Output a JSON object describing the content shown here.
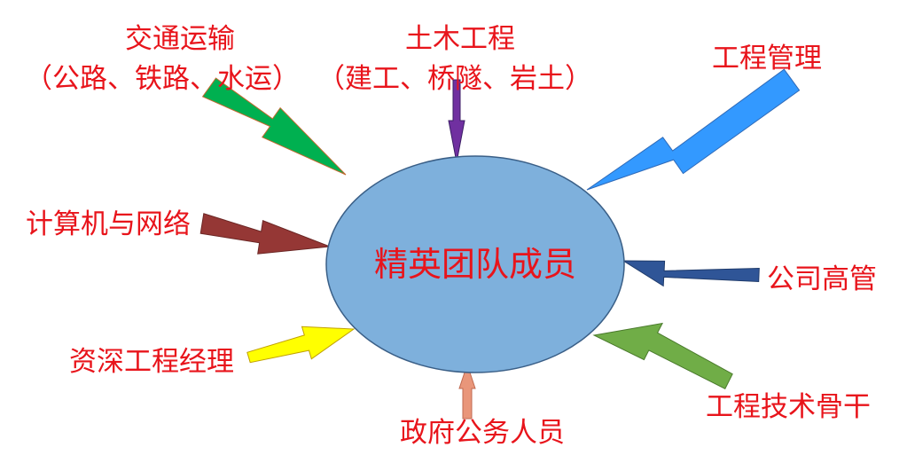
{
  "center": {
    "label": "精英团队成员",
    "fill_color": "#7eb0dc",
    "stroke_color": "#3a5f87"
  },
  "label_color": "#e8141b",
  "members": [
    {
      "id": "transport",
      "title": "交通运输",
      "subtitle": "（公路、铁路、水运）",
      "arrow_color": "#00b050"
    },
    {
      "id": "civil",
      "title": "土木工程",
      "subtitle": "（建工、桥隧、岩土）",
      "arrow_color": "#7030a0"
    },
    {
      "id": "eng-mgmt",
      "title": "工程管理",
      "arrow_color": "#3399ff"
    },
    {
      "id": "computer-network",
      "title": "计算机与网络",
      "arrow_color": "#953735"
    },
    {
      "id": "exec",
      "title": "公司高管",
      "arrow_color": "#2f5597"
    },
    {
      "id": "senior-pm",
      "title": "资深工程经理",
      "arrow_color": "#ffff00"
    },
    {
      "id": "gov",
      "title": "政府公务人员",
      "arrow_color": "#e9967a"
    },
    {
      "id": "tech-backbone",
      "title": "工程技术骨干",
      "arrow_color": "#70ad47"
    }
  ]
}
